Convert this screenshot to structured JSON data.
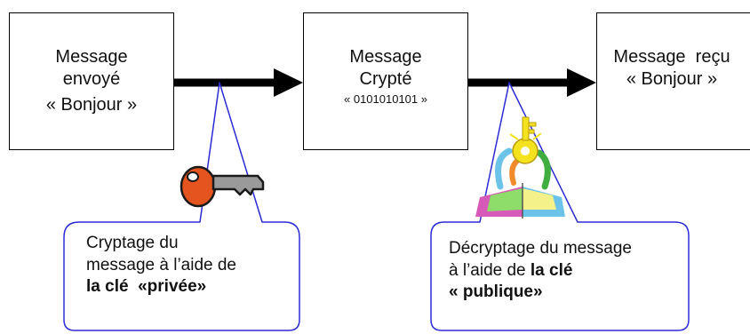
{
  "boxes": {
    "sent": {
      "line1": "Message",
      "line2": "envoyé",
      "line3": "« Bonjour »"
    },
    "encrypted": {
      "line1": "Message",
      "line2": "Crypté",
      "line3": "« 0101010101 »"
    },
    "received": {
      "line1": "Message  reçu",
      "line2": "« Bonjour »"
    }
  },
  "callouts": {
    "private": {
      "line1": "Cryptage du",
      "line2": "message à l’aide de",
      "line3_bold": "la clé  «privée»"
    },
    "public": {
      "line1": "Décryptage du message",
      "line2_prefix": "à l’aide de ",
      "line2_bold": "la clé",
      "line3_bold": "« publique»"
    }
  },
  "icons": {
    "private_key": "orange-key-icon",
    "public_key": "yellow-key-book-icon"
  },
  "colors": {
    "box_border": "#000000",
    "arrow": "#000000",
    "callout_border": "#2b2bd6",
    "private_key": "#e3541f",
    "public_key": "#f3e21d"
  }
}
